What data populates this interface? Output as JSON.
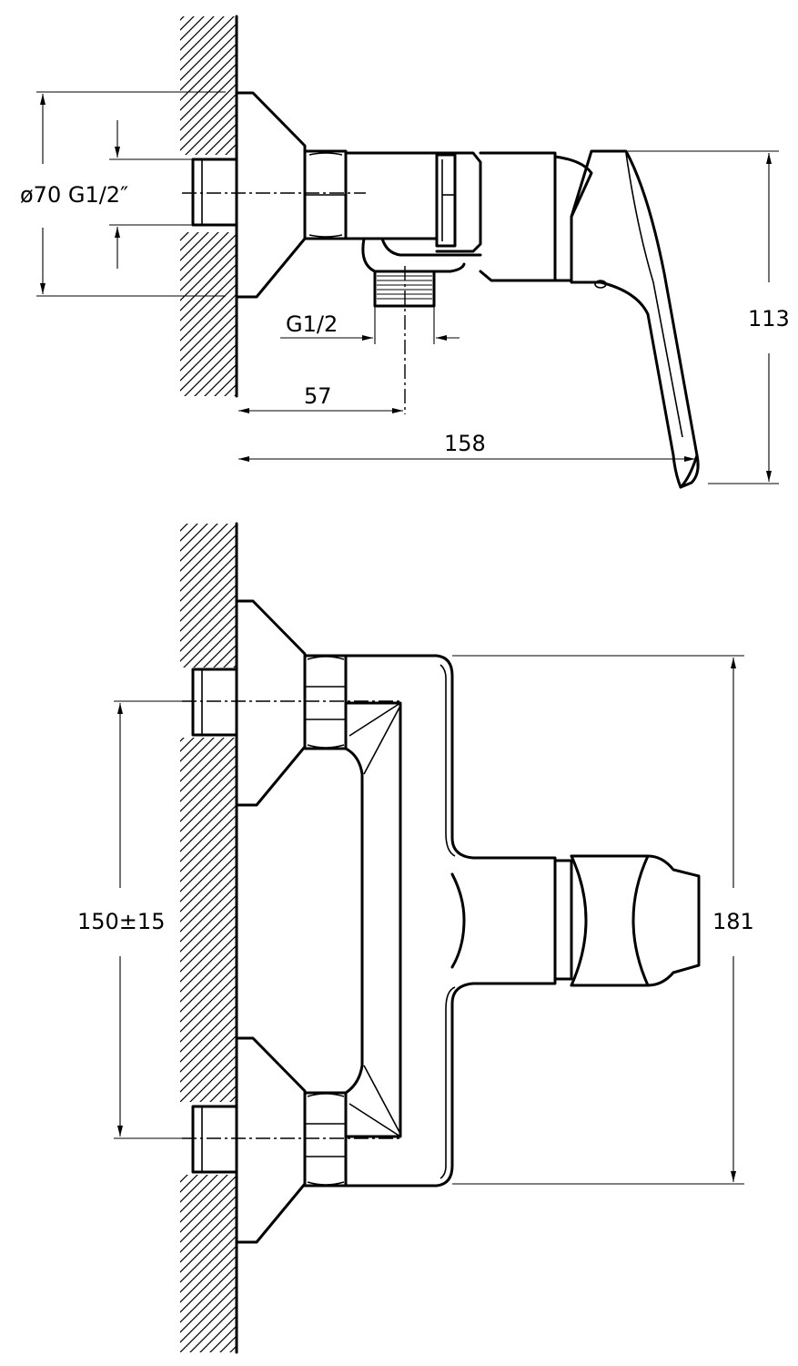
{
  "colors": {
    "line": "#000000",
    "background": "#ffffff"
  },
  "labels": {
    "top_diameter_thread": "ø70 G1/2″",
    "top_outlet_thread": "G1/2",
    "top_outlet_offset": "57",
    "top_depth": "158",
    "top_height": "113",
    "bottom_center_distance": "150±15",
    "bottom_height": "181"
  }
}
